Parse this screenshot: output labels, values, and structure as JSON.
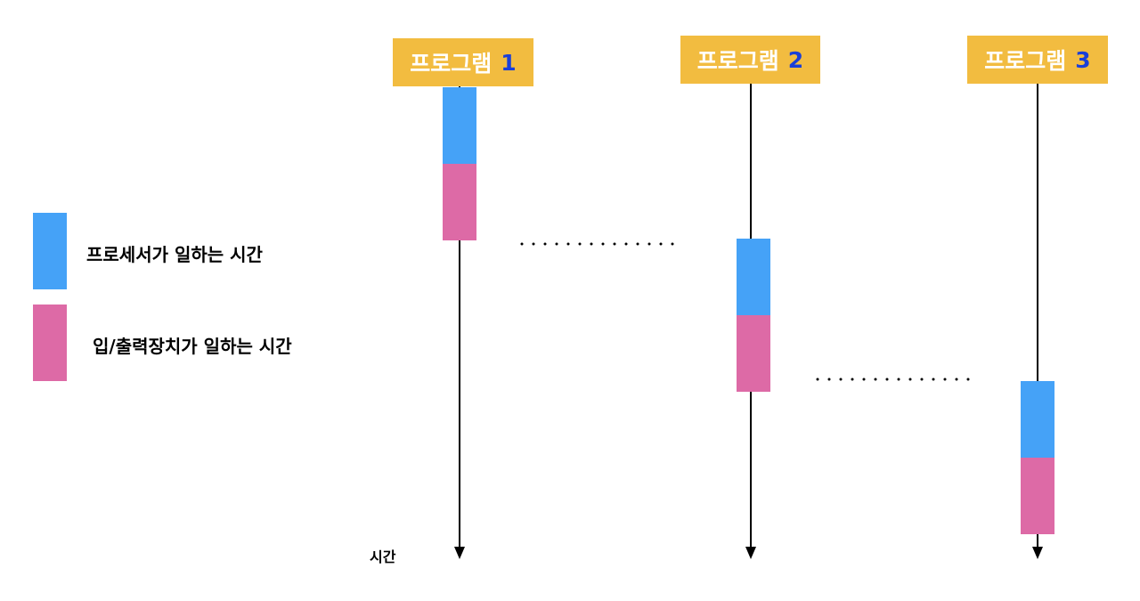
{
  "legend": {
    "processor": {
      "label": "프로세서가 일하는 시간",
      "color": "#45a2f7"
    },
    "io": {
      "label": "입/출력장치가 일하는 시간",
      "color": "#dd6aa6"
    }
  },
  "programs": [
    {
      "name": "프로그램",
      "number": "1"
    },
    {
      "name": "프로그램",
      "number": "2"
    },
    {
      "name": "프로그램",
      "number": "3"
    }
  ],
  "time_label": "시간",
  "colors": {
    "header_bg": "#f2bc40",
    "header_text": "#ffffff",
    "header_number": "#1a3fd8",
    "processor": "#45a2f7",
    "io": "#dd6aa6",
    "timeline": "#000000"
  }
}
